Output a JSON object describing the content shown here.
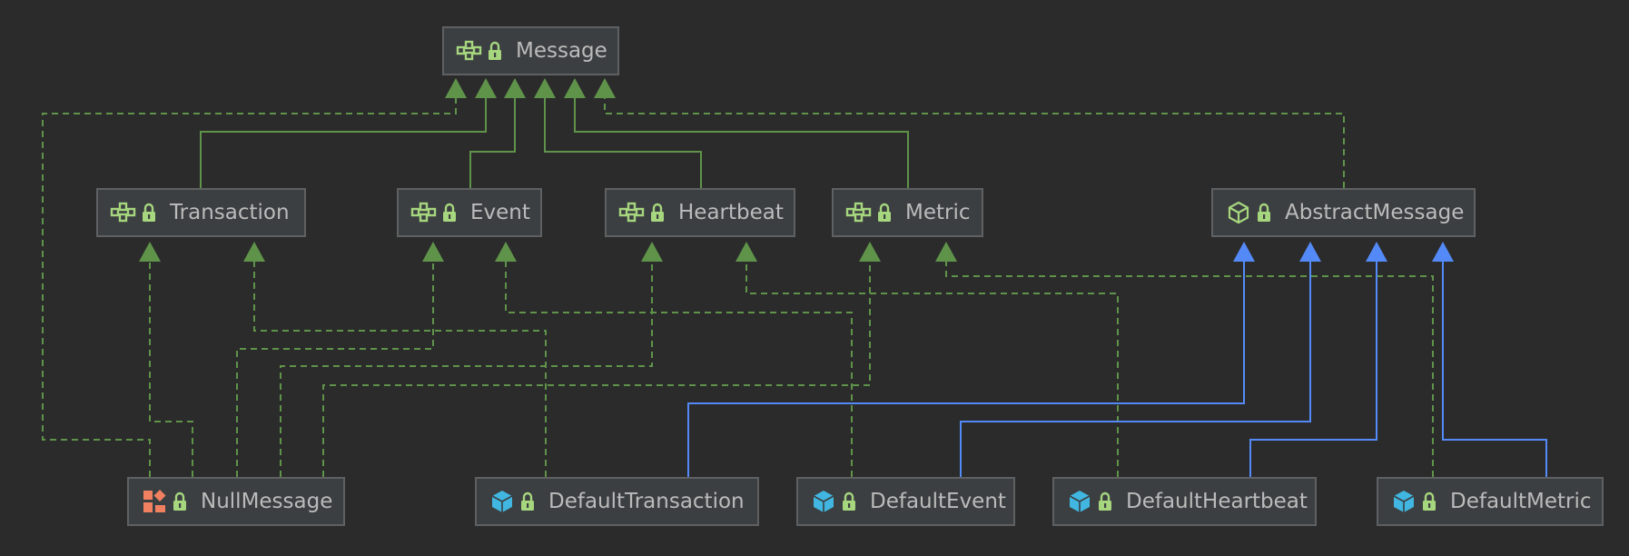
{
  "colors": {
    "background": "#2b2b2b",
    "node_fill": "#3c3f41",
    "node_border": "#5e6062",
    "node_text": "#bbbbbb",
    "implements_edge": "#5f934a",
    "extends_edge": "#548af7",
    "interface_icon": "#a6d67e",
    "abstract_class_icon": "#a6d67e",
    "class_icon": "#40b6e0",
    "enum_icon": "#f08060",
    "lock_icon": "#a6d67e"
  },
  "nodes": {
    "message": {
      "label": "Message",
      "kind": "interface",
      "icon": "interface-icon"
    },
    "transaction": {
      "label": "Transaction",
      "kind": "interface",
      "icon": "interface-icon"
    },
    "event": {
      "label": "Event",
      "kind": "interface",
      "icon": "interface-icon"
    },
    "heartbeat": {
      "label": "Heartbeat",
      "kind": "interface",
      "icon": "interface-icon"
    },
    "metric": {
      "label": "Metric",
      "kind": "interface",
      "icon": "interface-icon"
    },
    "abstract_message": {
      "label": "AbstractMessage",
      "kind": "abstract-class",
      "icon": "abstract-class-icon"
    },
    "null_message": {
      "label": "NullMessage",
      "kind": "enum",
      "icon": "enum-icon"
    },
    "default_transaction": {
      "label": "DefaultTransaction",
      "kind": "class",
      "icon": "class-icon"
    },
    "default_event": {
      "label": "DefaultEvent",
      "kind": "class",
      "icon": "class-icon"
    },
    "default_heartbeat": {
      "label": "DefaultHeartbeat",
      "kind": "class",
      "icon": "class-icon"
    },
    "default_metric": {
      "label": "DefaultMetric",
      "kind": "class",
      "icon": "class-icon"
    }
  },
  "edges": [
    {
      "from": "transaction",
      "to": "message",
      "type": "extends-interface",
      "style": "solid"
    },
    {
      "from": "event",
      "to": "message",
      "type": "extends-interface",
      "style": "solid"
    },
    {
      "from": "heartbeat",
      "to": "message",
      "type": "extends-interface",
      "style": "solid"
    },
    {
      "from": "metric",
      "to": "message",
      "type": "extends-interface",
      "style": "solid"
    },
    {
      "from": "null_message",
      "to": "message",
      "type": "implements",
      "style": "dashed"
    },
    {
      "from": "abstract_message",
      "to": "message",
      "type": "implements",
      "style": "dashed"
    },
    {
      "from": "null_message",
      "to": "transaction",
      "type": "implements",
      "style": "dashed"
    },
    {
      "from": "null_message",
      "to": "event",
      "type": "implements",
      "style": "dashed"
    },
    {
      "from": "null_message",
      "to": "heartbeat",
      "type": "implements",
      "style": "dashed"
    },
    {
      "from": "null_message",
      "to": "metric",
      "type": "implements",
      "style": "dashed"
    },
    {
      "from": "default_transaction",
      "to": "transaction",
      "type": "implements",
      "style": "dashed"
    },
    {
      "from": "default_event",
      "to": "event",
      "type": "implements",
      "style": "dashed"
    },
    {
      "from": "default_heartbeat",
      "to": "heartbeat",
      "type": "implements",
      "style": "dashed"
    },
    {
      "from": "default_metric",
      "to": "metric",
      "type": "implements",
      "style": "dashed"
    },
    {
      "from": "default_transaction",
      "to": "abstract_message",
      "type": "extends",
      "style": "solid"
    },
    {
      "from": "default_event",
      "to": "abstract_message",
      "type": "extends",
      "style": "solid"
    },
    {
      "from": "default_heartbeat",
      "to": "abstract_message",
      "type": "extends",
      "style": "solid"
    },
    {
      "from": "default_metric",
      "to": "abstract_message",
      "type": "extends",
      "style": "solid"
    }
  ]
}
